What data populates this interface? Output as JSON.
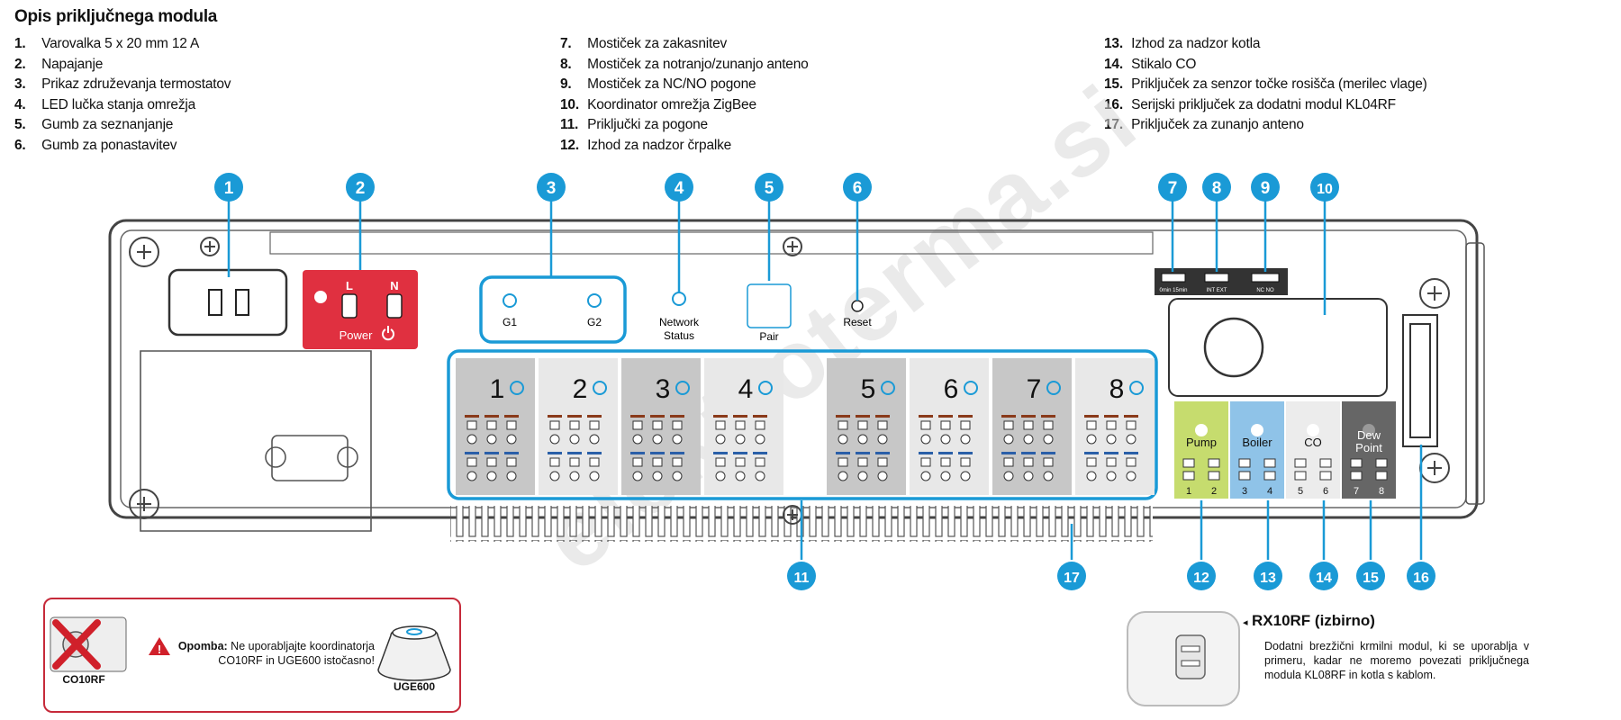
{
  "title": "Opis priključnega modula",
  "legend": [
    {
      "num": "1.",
      "text": "Varovalka 5 x 20 mm 12 A"
    },
    {
      "num": "2.",
      "text": "Napajanje"
    },
    {
      "num": "3.",
      "text": "Prikaz združevanja termostatov"
    },
    {
      "num": "4.",
      "text": "LED lučka stanja omrežja"
    },
    {
      "num": "5.",
      "text": "Gumb za seznanjanje"
    },
    {
      "num": "6.",
      "text": "Gumb za ponastavitev"
    },
    {
      "num": "7.",
      "text": "Mostiček za zakasnitev"
    },
    {
      "num": "8.",
      "text": "Mostiček za notranjo/zunanjo anteno"
    },
    {
      "num": "9.",
      "text": "Mostiček za NC/NO pogone"
    },
    {
      "num": "10.",
      "text": "Koordinator omrežja ZigBee"
    },
    {
      "num": "11.",
      "text": "Priključki za pogone"
    },
    {
      "num": "12.",
      "text": "Izhod za nadzor črpalke"
    },
    {
      "num": "13.",
      "text": "Izhod za nadzor kotla"
    },
    {
      "num": "14.",
      "text": "Stikalo CO"
    },
    {
      "num": "15.",
      "text": "Priključek za senzor točke rosišča (merilec vlage)"
    },
    {
      "num": "16.",
      "text": "Serijski priključek za dodatni modul KL04RF"
    },
    {
      "num": "17.",
      "text": "Priključek za zunanjo anteno"
    }
  ],
  "callouts": [
    "1",
    "2",
    "3",
    "4",
    "5",
    "6",
    "7",
    "8",
    "9",
    "10",
    "11",
    "12",
    "13",
    "14",
    "15",
    "16",
    "17"
  ],
  "board": {
    "power_L": "L",
    "power_N": "N",
    "power_label": "Power",
    "g1": "G1",
    "g2": "G2",
    "network_status": [
      "Network",
      "Status"
    ],
    "pair": "Pair",
    "reset": "Reset",
    "zones": [
      "1",
      "2",
      "3",
      "4",
      "5",
      "6",
      "7",
      "8"
    ],
    "jumper7": "0min 15min",
    "jumper8": "INT EXT",
    "jumper9": "NC NO",
    "outputs": [
      {
        "label": [
          "Pump"
        ],
        "color": "#c6dc6e",
        "terms": [
          "1",
          "2"
        ]
      },
      {
        "label": [
          "Boiler"
        ],
        "color": "#8fc3e8",
        "terms": [
          "3",
          "4"
        ]
      },
      {
        "label": [
          "CO"
        ],
        "color": "#ececec",
        "terms": [
          "5",
          "6"
        ]
      },
      {
        "label": [
          "Dew",
          "Point"
        ],
        "color": "#666666",
        "terms": [
          "7",
          "8"
        ]
      }
    ]
  },
  "watermark": "elektroterma.si",
  "colors": {
    "callout": "#1a9ad6",
    "power": "#e03040",
    "accent_box": "#1a9ad6",
    "note_border": "#c62a3a"
  },
  "note": {
    "prefix": "Opomba:",
    "text": "Ne uporabljajte koordinatorja CO10RF in UGE600 istočasno!",
    "co10rf": "CO10RF",
    "uge600": "UGE600"
  },
  "rx": {
    "title": "RX10RF (izbirno)",
    "text": "Dodatni brezžični krmilni modul, ki se uporablja v primeru, kadar ne moremo povezati priključnega modula KL08RF in kotla s kablom."
  }
}
